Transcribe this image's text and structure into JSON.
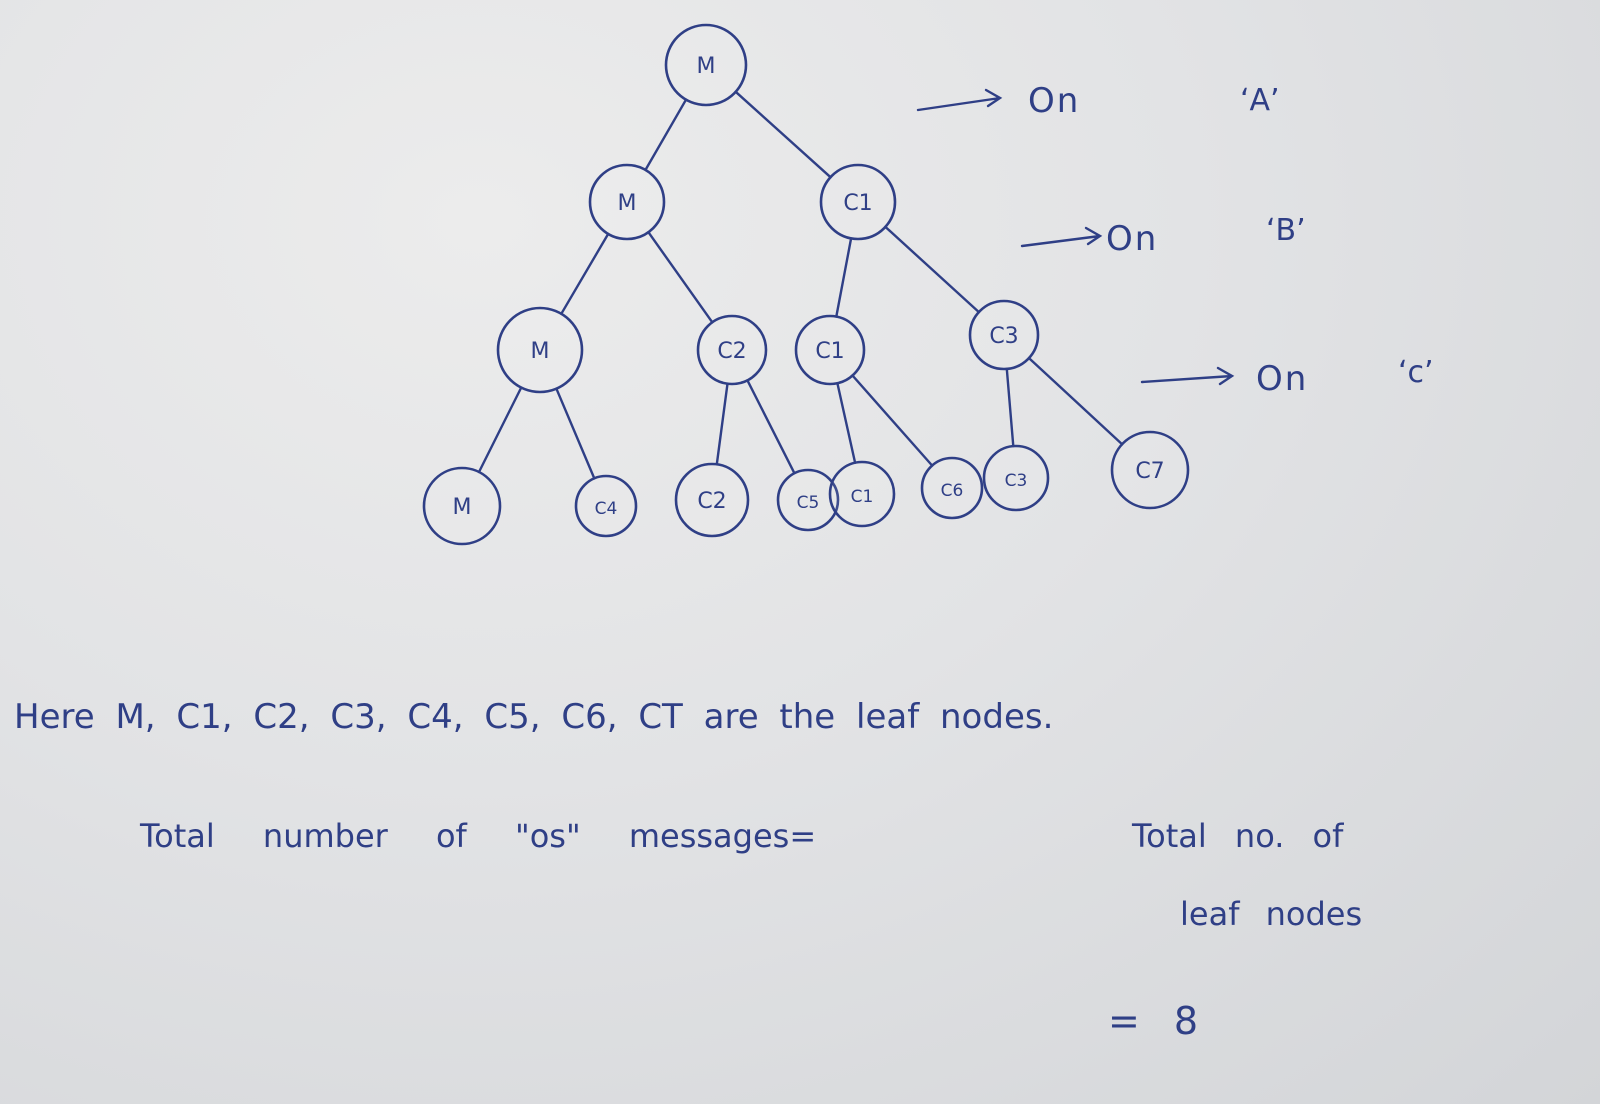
{
  "tree": {
    "root": {
      "label": "M",
      "children": [
        {
          "label": "M",
          "children": [
            {
              "label": "M",
              "children": [
                {
                  "label": "M",
                  "children": []
                },
                {
                  "label": "C4",
                  "children": []
                }
              ]
            },
            {
              "label": "C2",
              "children": [
                {
                  "label": "C2",
                  "children": []
                },
                {
                  "label": "C5",
                  "children": []
                }
              ]
            }
          ]
        },
        {
          "label": "C1",
          "children": [
            {
              "label": "C1",
              "children": [
                {
                  "label": "C1",
                  "children": []
                },
                {
                  "label": "C6",
                  "children": []
                }
              ]
            },
            {
              "label": "C3",
              "children": [
                {
                  "label": "C3",
                  "children": []
                },
                {
                  "label": "C7",
                  "children": []
                }
              ]
            }
          ]
        }
      ]
    }
  },
  "level_annotations": [
    {
      "text": "On",
      "quote": "‘A’"
    },
    {
      "text": "On",
      "quote": "‘B’"
    },
    {
      "text": "On",
      "quote": "‘c’"
    }
  ],
  "notes": {
    "leaf_statement": "Here M, C1, C2, C3, C4, C5, C6, CT are the leaf nodes.",
    "total_left": "Total number of \"os\" messages=",
    "total_right_line1": "Total no. of",
    "total_right_line2": "leaf nodes",
    "result": "= 8"
  },
  "colors": {
    "ink": "#2f3f86",
    "paper": "#e2e3e5"
  }
}
